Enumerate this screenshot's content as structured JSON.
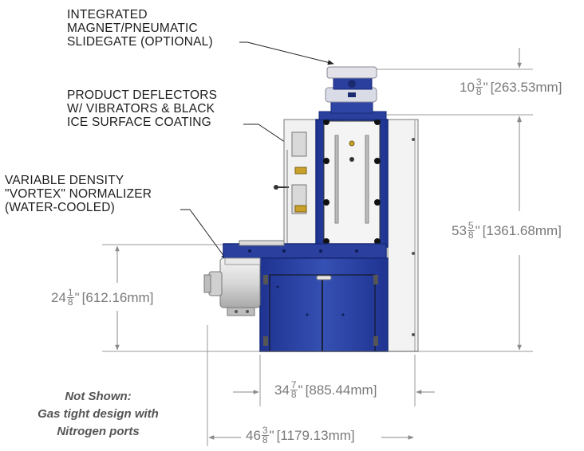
{
  "callouts": {
    "slidegate": [
      "INTEGRATED",
      "MAGNET/PNEUMATIC",
      "SLIDEGATE (OPTIONAL)"
    ],
    "deflectors": [
      "PRODUCT DEFLECTORS",
      "W/ VIBRATORS & BLACK",
      "ICE SURFACE COATING"
    ],
    "normalizer": [
      "VARIABLE DENSITY",
      "\"VORTEX\" NORMALIZER",
      "(WATER-COOLED)"
    ]
  },
  "dimensions": {
    "top_height": {
      "whole": "10",
      "num": "3",
      "den": "8",
      "inch": "\"",
      "metric": "[263.53mm]"
    },
    "total_height": {
      "whole": "53",
      "num": "5",
      "den": "8",
      "inch": "\"",
      "metric": "[1361.68mm]"
    },
    "base_height": {
      "whole": "24",
      "num": "1",
      "den": "8",
      "inch": "\"",
      "metric": "[612.16mm]"
    },
    "base_width": {
      "whole": "34",
      "num": "7",
      "den": "8",
      "inch": "\"",
      "metric": "[885.44mm]"
    },
    "total_width": {
      "whole": "46",
      "num": "3",
      "den": "8",
      "inch": "\"",
      "metric": "[1179.13mm]"
    }
  },
  "note": [
    "Not Shown:",
    "Gas tight design with",
    "Nitrogen ports"
  ],
  "colors": {
    "machine_blue": "#2a3f9e",
    "panel_white": "#f2f2f2",
    "dim_gray": "#7a7a7a"
  }
}
